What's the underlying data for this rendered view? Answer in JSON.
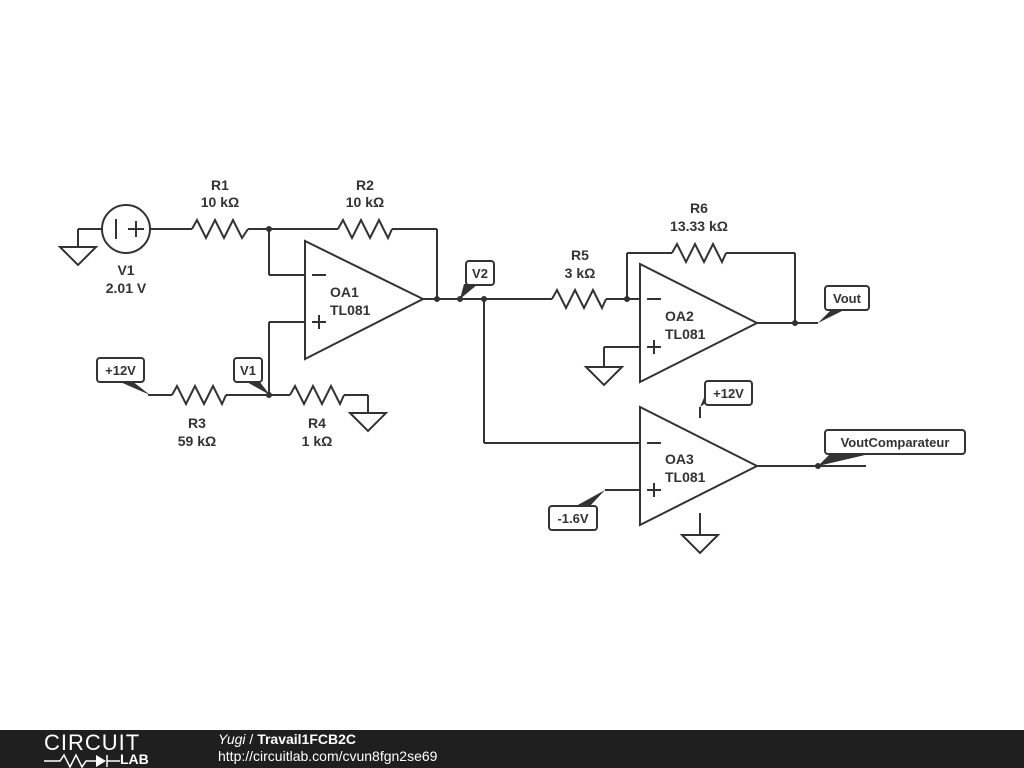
{
  "components": {
    "v1": {
      "name": "V1",
      "value": "2.01 V"
    },
    "r1": {
      "name": "R1",
      "value": "10 kΩ"
    },
    "r2": {
      "name": "R2",
      "value": "10 kΩ"
    },
    "r3": {
      "name": "R3",
      "value": "59 kΩ"
    },
    "r4": {
      "name": "R4",
      "value": "1 kΩ"
    },
    "r5": {
      "name": "R5",
      "value": "3 kΩ"
    },
    "r6": {
      "name": "R6",
      "value": "13.33 kΩ"
    },
    "oa1": {
      "name": "OA1",
      "model": "TL081"
    },
    "oa2": {
      "name": "OA2",
      "model": "TL081"
    },
    "oa3": {
      "name": "OA3",
      "model": "TL081"
    }
  },
  "net_labels": {
    "plus12_left": "+12V",
    "v1_node": "V1",
    "v2_node": "V2",
    "vout": "Vout",
    "plus12_oa3": "+12V",
    "vout_comparateur": "VoutComparateur",
    "minus16": "-1.6V"
  },
  "footer": {
    "logo_top": "CIRCUIT",
    "logo_bottom": "LAB",
    "author": "Yugi",
    "separator": " / ",
    "project": "Travail1FCB2C",
    "url": "http://circuitlab.com/cvun8fgn2se69"
  },
  "colors": {
    "ink": "#333333",
    "footer_bg": "#1f1f1f"
  }
}
